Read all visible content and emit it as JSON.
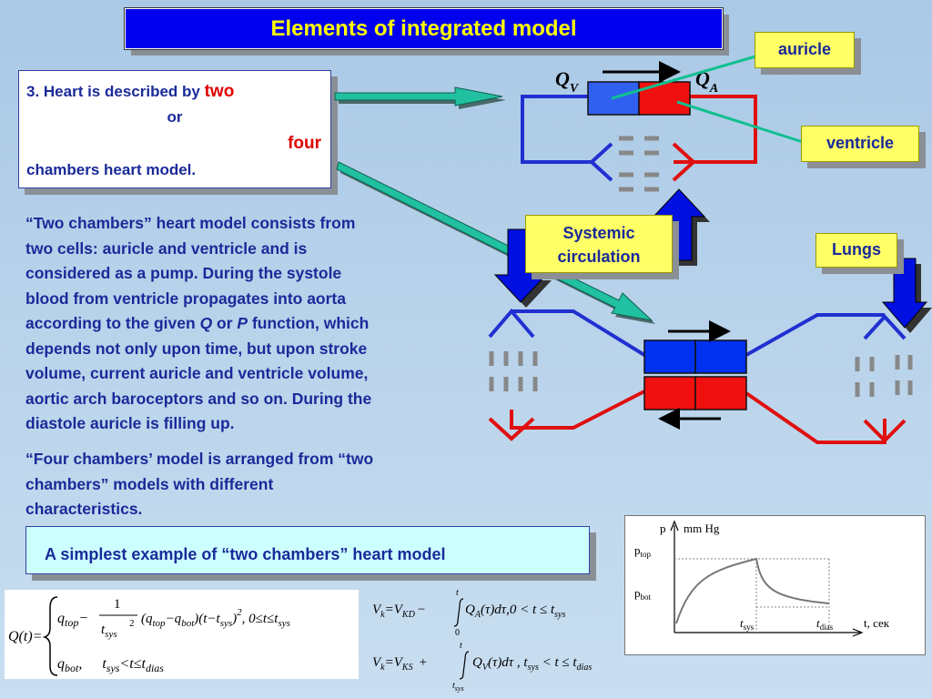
{
  "title": "Elements of integrated model",
  "description": {
    "line1_prefix": "3. Heart is described by ",
    "line1_red": "two",
    "line2": "or",
    "line3_red": "four",
    "line4": "chambers heart model."
  },
  "labels": {
    "auricle": "auricle",
    "ventricle": "ventricle",
    "systemic_line1": "Systemic",
    "systemic_line2": "circulation",
    "lungs": "Lungs",
    "qv": "Q",
    "qv_sub": "V",
    "qa": "Q",
    "qa_sub": "A"
  },
  "paragraph1": {
    "lines": [
      "“Two chambers” heart model consists from",
      "two cells: auricle and ventricle and is",
      "considered as a pump. During the systole",
      "blood from ventricle propagates into aorta"
    ],
    "line5_a": "according to the given ",
    "line5_q": "Q",
    "line5_b": " or ",
    "line5_p": "P",
    "line5_c": " function, which",
    "lines_rest": [
      "depends not only upon time, but upon stroke",
      "volume, current auricle and ventricle volume,",
      "aortic arch baroceptors and so on. During the",
      "diastole auricle is filling up."
    ]
  },
  "paragraph2": {
    "lines": [
      "“Four chambers’ model is arranged from “two",
      "chambers” models with different",
      "characteristics."
    ]
  },
  "example": "A simplest example of “two chambers” heart model",
  "formula_q": {
    "lhs": "Q(t)=",
    "r1_q": "q",
    "r1_top": "top",
    "r1_minus": "−",
    "r1_num": "1",
    "r1_den_t": "t",
    "r1_den_sys": "sys",
    "r1_pow2": "2",
    "r1_paren": "(q",
    "r1_top2": "top",
    "r1_minus2": "−q",
    "r1_bot": "bot",
    "r1_rest": ")(t−t",
    "r1_sys": "sys",
    "r1_close": ")",
    "r1_exp": "2",
    "r1_cond": ", 0≤t≤t",
    "r1_cond_sys": "sys",
    "r2_q": "q",
    "r2_bot": "bot",
    "r2_comma": ",",
    "r2_t": "t",
    "r2_sys": "sys",
    "r2_lt": "<t≤t",
    "r2_dias": "dias"
  },
  "formula_v": {
    "e1_v": "V",
    "e1_k": "k",
    "e1_eq": "=V",
    "e1_kd": "KD",
    "e1_minus": "−",
    "e1_upper": "t",
    "e1_lower": "0",
    "e1_q": "Q",
    "e1_a": "A",
    "e1_tau": "(τ)dτ,0 < t ≤ t",
    "e1_sys": "sys",
    "e2_v": "V",
    "e2_k": "k",
    "e2_eq": "=V",
    "e2_ks": "KS",
    "e2_plus": "+",
    "e2_upper": "t",
    "e2_lower_t": "t",
    "e2_lower_sys": "sys",
    "e2_q": "Q",
    "e2_v2": "V",
    "e2_tau": "(τ)dτ , t",
    "e2_sys": "sys",
    "e2_lt": " < t ≤ t",
    "e2_dias": "dias"
  },
  "graph": {
    "y_axis": "p",
    "y_unit": "mm Hg",
    "p_top": "p",
    "p_top_sub": "top",
    "p_bot": "p",
    "p_bot_sub": "bot",
    "t_sys": "t",
    "t_sys_sub": "sys",
    "t_dias": "t",
    "t_dias_sub": "dias",
    "x_axis": "t, сек"
  },
  "colors": {
    "blue": "#2040e0",
    "red": "#e81010",
    "green_line": "#10c090",
    "yellow_label": "#ffff66",
    "title_bg": "#0000ee",
    "title_text": "#ffff00"
  }
}
